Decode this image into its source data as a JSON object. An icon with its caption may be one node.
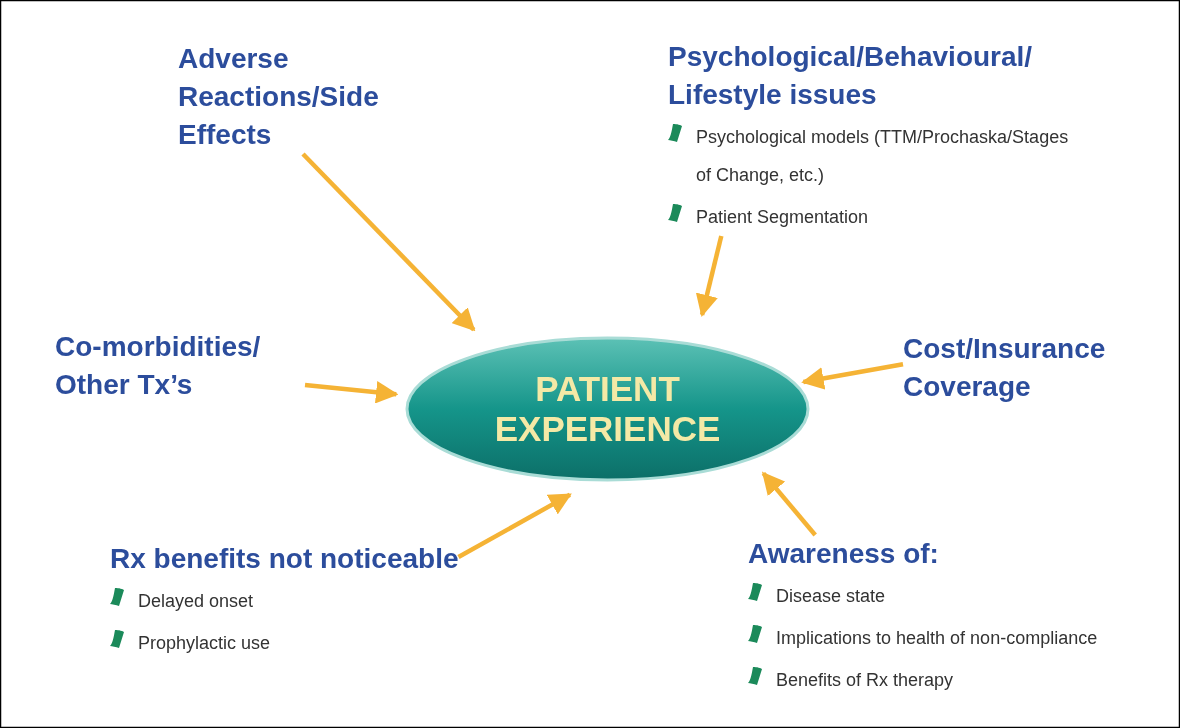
{
  "diagram": {
    "nodes": [
      {
        "text": [
          "PATIENT EXPERIENCE"
        ]
      },
      {
        "text": [
          "Adverse Reactions/Side Effects"
        ]
      },
      {
        "text": [
          "Psychological/Behavioural/ Lifestyle issues",
          "Psychological models (TTM/Prochaska/Stages of Change, etc.)",
          "Patient Segmentation"
        ]
      },
      {
        "text": [
          "Co-morbidities/ Other Tx’s"
        ]
      },
      {
        "text": [
          "Cost/Insurance Coverage"
        ]
      },
      {
        "text": [
          "Rx benefits not noticeable",
          "Delayed onset",
          "Prophylactic use"
        ]
      },
      {
        "text": [
          "Awareness of:",
          "Disease state",
          "Implications to health of non-compliance",
          "Benefits of Rx therapy"
        ]
      }
    ],
    "edges": [
      {
        "from": 1,
        "to": 0,
        "arrow": "to"
      },
      {
        "from": 2,
        "to": 0,
        "arrow": "to"
      },
      {
        "from": 3,
        "to": 0,
        "arrow": "to"
      },
      {
        "from": 4,
        "to": 0,
        "arrow": "to"
      },
      {
        "from": 5,
        "to": 0,
        "arrow": "to"
      },
      {
        "from": 6,
        "to": 0,
        "arrow": "to"
      }
    ]
  }
}
